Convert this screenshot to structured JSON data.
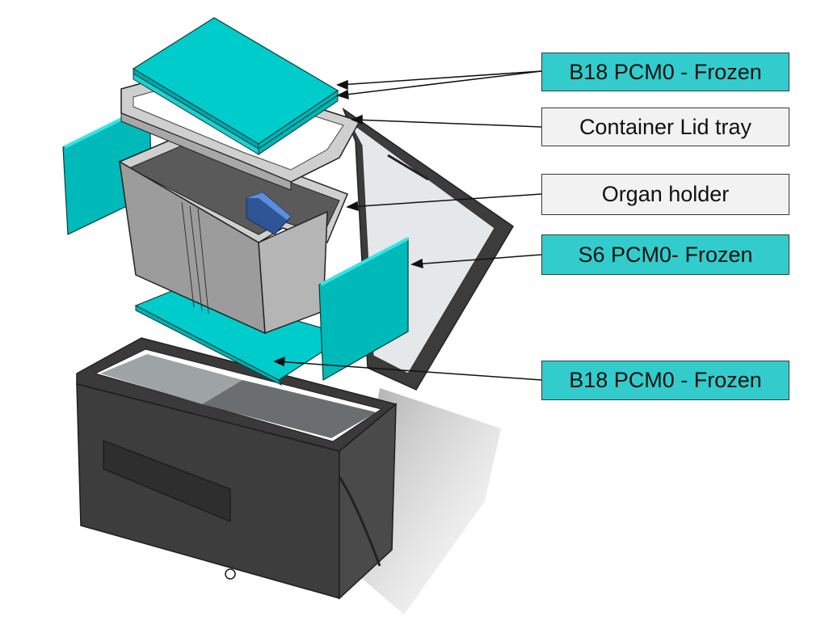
{
  "title": "Exploded view of organ transport container",
  "colors": {
    "pcm_fill": "#33cccc",
    "pcm_shade": "#00b3b3",
    "part_label_fill": "#f2f2f2",
    "container_dark": "#3c3c3c",
    "holder_gray": "#9a9a9a",
    "holder_light": "#c8c8c8",
    "clip_blue": "#3b6fc0",
    "lid_glass": "#e4e8ea"
  },
  "callouts": [
    {
      "id": "top-pcm",
      "text": "B18 PCM0 - Frozen",
      "kind": "pcm"
    },
    {
      "id": "lid-tray",
      "text": "Container Lid tray",
      "kind": "part"
    },
    {
      "id": "organ-holder",
      "text": "Organ holder",
      "kind": "part"
    },
    {
      "id": "side-pcm",
      "text": "S6 PCM0- Frozen",
      "kind": "pcm"
    },
    {
      "id": "bottom-pcm",
      "text": "B18 PCM0 - Frozen",
      "kind": "pcm"
    }
  ],
  "components": [
    {
      "name": "top-pcm-pack",
      "label": "B18 PCM0 - Frozen",
      "count": 2
    },
    {
      "name": "container-lid-tray",
      "label": "Container Lid tray"
    },
    {
      "name": "organ-holder",
      "label": "Organ holder"
    },
    {
      "name": "side-pcm-panels",
      "label": "S6 PCM0- Frozen",
      "count": 2
    },
    {
      "name": "bottom-pcm-pack",
      "label": "B18 PCM0 - Frozen"
    },
    {
      "name": "outer-container"
    },
    {
      "name": "outer-lid"
    }
  ]
}
